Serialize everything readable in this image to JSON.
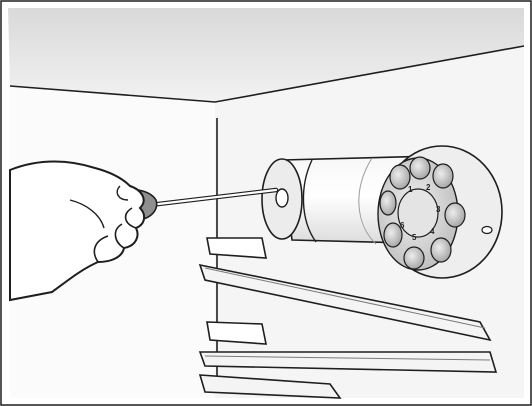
{
  "dial_numbers": [
    "1",
    "2",
    "3",
    "4",
    "5",
    "6"
  ],
  "colors": {
    "outline": "#1e1e1e",
    "ceiling": "#e6e6e6",
    "wall": "#f3f3f3",
    "metal": "#cfcfcf",
    "metal_dark": "#a9a9a9",
    "hand": "#ffffff"
  },
  "icons": [
    "hand-with-screwdriver",
    "thermostat-dial"
  ]
}
